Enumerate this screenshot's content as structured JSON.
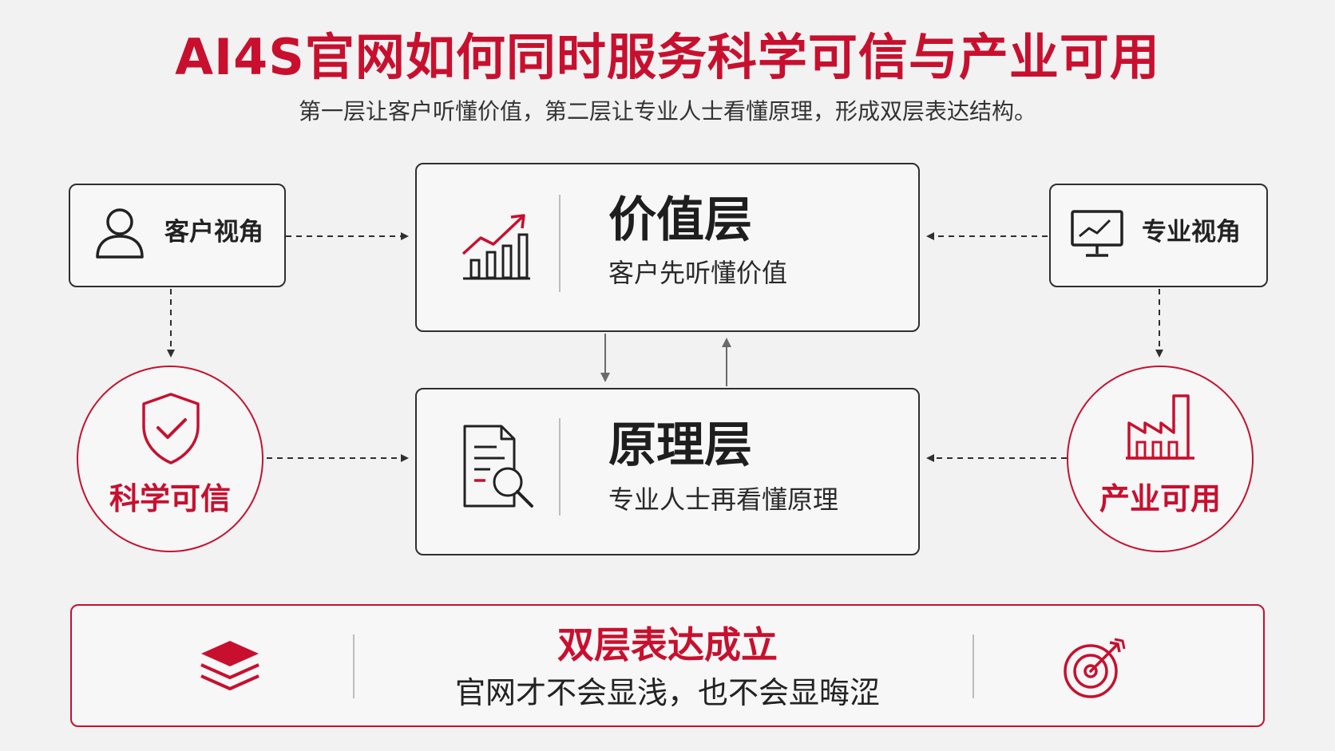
{
  "header": {
    "title": "AI4S官网如何同时服务科学可信与产业可用",
    "subtitle": "第一层让客户听懂价值，第二层让专业人士看懂原理，形成双层表达结构。"
  },
  "views": {
    "customer": {
      "label": "客户视角",
      "icon": "user-icon"
    },
    "professional": {
      "label": "专业视角",
      "icon": "monitor-chart-icon"
    }
  },
  "layers": {
    "value": {
      "title": "价值层",
      "subtitle": "客户先听懂价值",
      "icon": "growth-chart-icon"
    },
    "principle": {
      "title": "原理层",
      "subtitle": "专业人士再看懂原理",
      "icon": "document-search-icon"
    }
  },
  "outcomes": {
    "science": {
      "label": "科学可信",
      "icon": "shield-check-icon"
    },
    "industry": {
      "label": "产业可用",
      "icon": "factory-icon"
    }
  },
  "conclusion": {
    "title": "双层表达成立",
    "subtitle": "官网才不会显浅，也不会显晦涩",
    "left_icon": "layers-icon",
    "right_icon": "target-icon"
  },
  "colors": {
    "accent": "#c8102e",
    "ink": "#2f2f2f",
    "background": "#f2f2f3"
  }
}
